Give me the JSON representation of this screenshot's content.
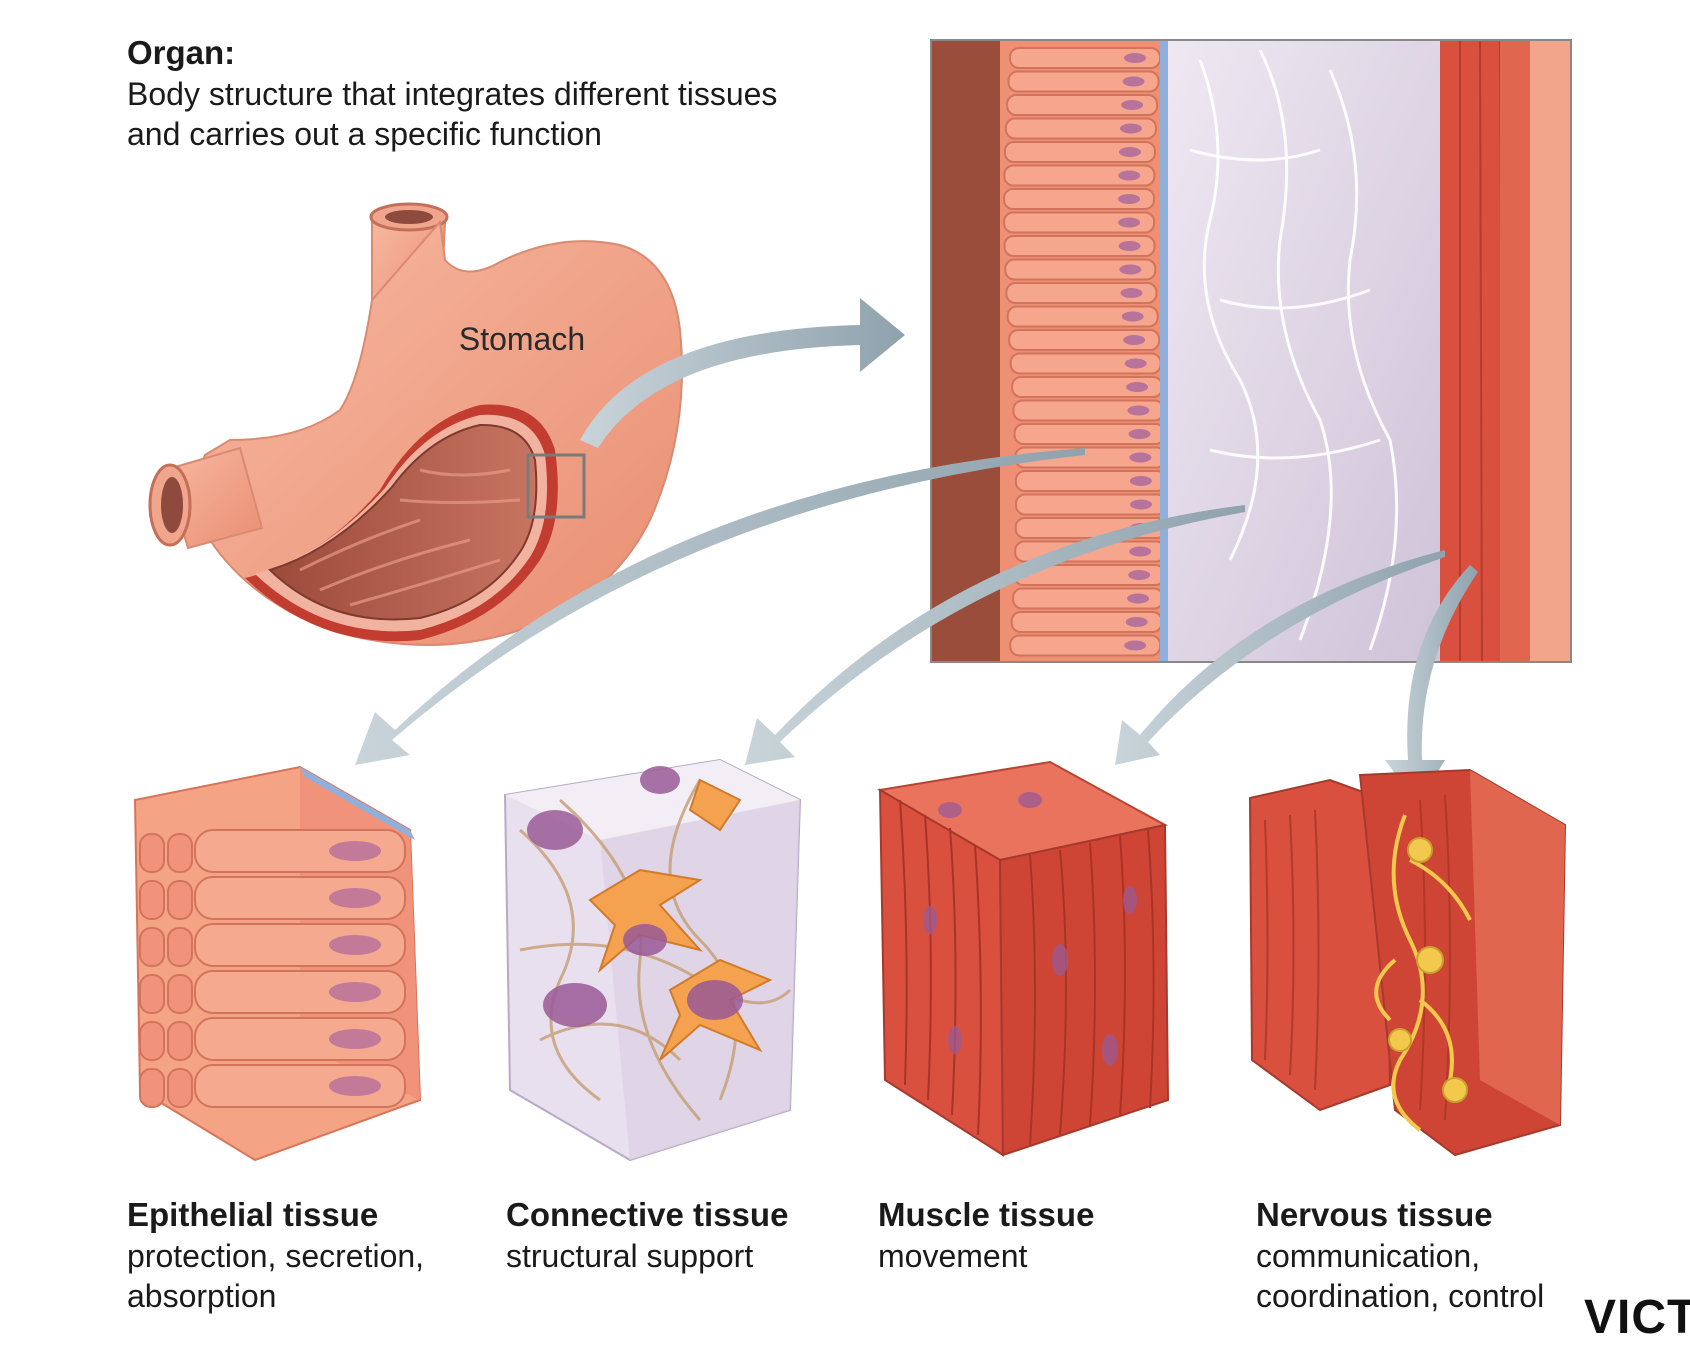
{
  "organ": {
    "title": "Organ:",
    "description": "Body structure that integrates different tissues and carries out a specific function",
    "stomach_label": "Stomach"
  },
  "tissues": [
    {
      "name": "Epithelial tissue",
      "function": "protection, secretion, absorption"
    },
    {
      "name": "Connective tissue",
      "function": "structural support"
    },
    {
      "name": "Muscle tissue",
      "function": "movement"
    },
    {
      "name": "Nervous tissue",
      "function": "communication, coordination, control"
    }
  ],
  "watermark": "VICT",
  "colors": {
    "stomach_skin": "#f2a58a",
    "stomach_inner": "#c9735f",
    "muscle_red": "#d9503f",
    "epithelial_peach": "#f4a384",
    "connective_lilac": "#d9cfe0",
    "nervous_yellow": "#f2c94c",
    "arrow_gray": "#a9b8c1",
    "basement_blue": "#8fb0dd"
  }
}
